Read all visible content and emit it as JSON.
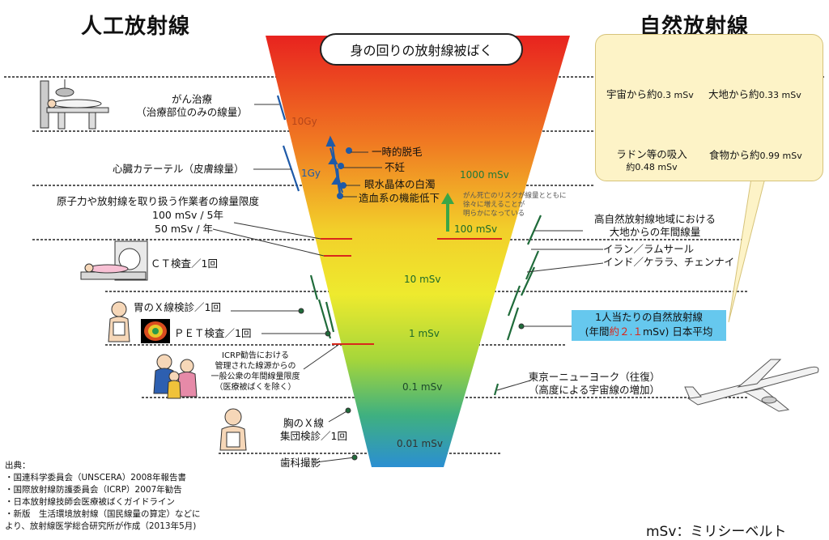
{
  "headings": {
    "artificial": "人工放射線",
    "natural": "自然放射線"
  },
  "center_title": "身の回りの放射線被ばく",
  "scale_labels": [
    "10Gy",
    "1Gy",
    "1000 mSv",
    "100 mSv",
    "10 mSv",
    "1 mSv",
    "0.1 mSv",
    "0.01 mSv"
  ],
  "left_items": {
    "cancer": [
      "がん治療",
      "（治療部位のみの線量）"
    ],
    "catheter": "心臓カテーテル（皮膚線量）",
    "worker": [
      "原子力や放射線を取り扱う作業者の線量限度",
      "100 mSv / 5年",
      "50 mSv / 年"
    ],
    "ct": "ＣＴ検査／1回",
    "stomach": "胃のＸ線検診／1回",
    "pet": "ＰＥＴ検査／1回",
    "icrp": [
      "ICRP勧告における",
      "管理された線源からの",
      "一般公衆の年間線量限度",
      "（医療被ばくを除く）"
    ],
    "chest": [
      "胸のＸ線",
      "集団検診／1回"
    ],
    "dental": "歯科撮影"
  },
  "effects": [
    "一時的脱毛",
    "不妊",
    "眼水晶体の白濁",
    "造血系の機能低下"
  ],
  "cancer_note": [
    "がん死亡のリスクが線量とともに",
    "徐々に増えることが",
    "明らかになっている"
  ],
  "natural_box": {
    "space": {
      "label": "宇宙から約",
      "value": "0.3 mSv"
    },
    "ground": {
      "label": "大地から約",
      "value": "0.33 mSv"
    },
    "radon": {
      "label": "ラドン等の吸入",
      "value": "約0.48 mSv"
    },
    "food": {
      "label": "食物から約",
      "value": "0.99 mSv"
    }
  },
  "right_items": {
    "high_area": [
      "高自然放射線地域における",
      "大地からの年間線量"
    ],
    "iran": "イラン／ラムサール",
    "india": "インド／ケララ、チェンナイ",
    "flight": [
      "東京ーニューヨーク（往復）",
      "（高度による宇宙線の増加）"
    ]
  },
  "average": {
    "line1": "1人当たりの自然放射線",
    "pre": "(年間",
    "highlight": "約２.１",
    "post": "mSv) 日本平均"
  },
  "sources": [
    "出典：",
    "・国連科学委員会（UNSCERA）2008年報告書",
    "・国際放射線防護委員会（ICRP）2007年勧告",
    "・日本放射線技師会医療被ばくガイドライン",
    "・新版　生活環境放射線（国民線量の算定）などに",
    "より、放射線医学総合研究所が作成（2013年5月)"
  ],
  "unit_note": "mSv：ミリシーベルト",
  "colors": {
    "top": "#e8231f",
    "mid": "#f2e62b",
    "low": "#a6d63a",
    "bottom": "#2b8fd2",
    "blue_box": "#66c8ee",
    "cream": "#fdf3c7",
    "dark_green": "#1f6b3a"
  },
  "icons": [
    "bed-icon",
    "lamp-icon",
    "ct-scanner-icon",
    "man-icon",
    "pet-brain-icon",
    "family-icon",
    "boy-icon",
    "planet-icon",
    "horses-icon",
    "house-icon",
    "fruit-icon",
    "airplane-icon"
  ]
}
